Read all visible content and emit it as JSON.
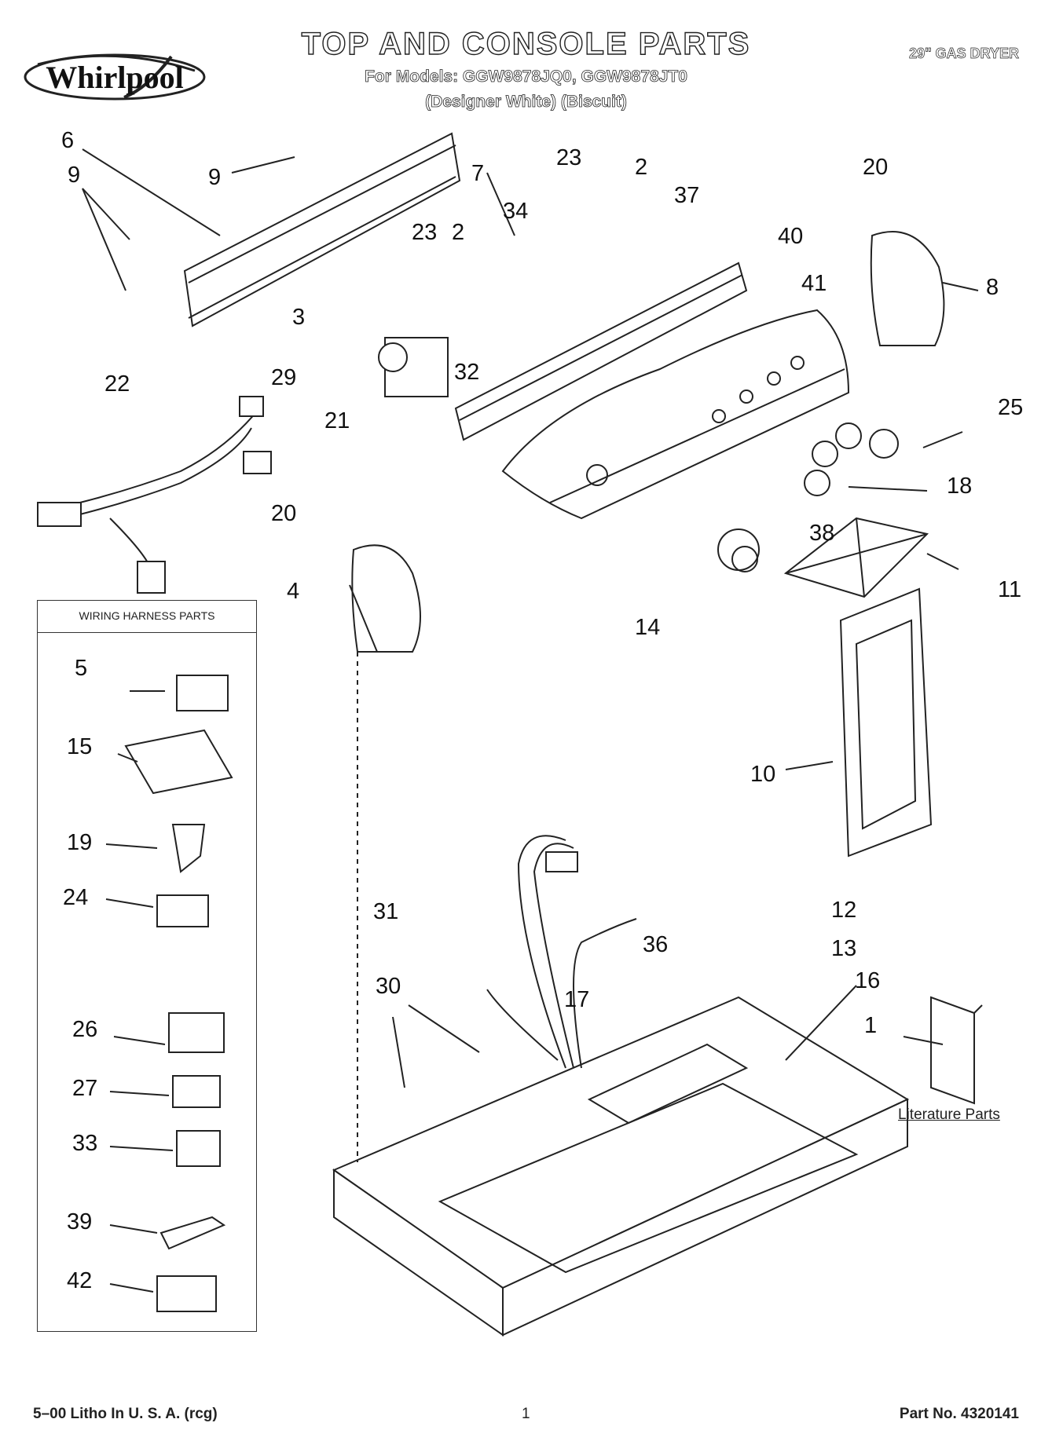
{
  "header": {
    "brand": "Whirlpool",
    "title": "TOP AND CONSOLE PARTS",
    "models_line": "For Models: GGW9878JQ0, GGW9878JT0",
    "colors_line": "(Designer White)    (Biscuit)",
    "product": "29\" GAS DRYER"
  },
  "harness_box": {
    "title": "WIRING HARNESS PARTS"
  },
  "literature_label": "Literature Parts",
  "callouts": [
    "6",
    "9",
    "9",
    "23",
    "2",
    "23",
    "2",
    "7",
    "34",
    "37",
    "20",
    "40",
    "41",
    "8",
    "3",
    "29",
    "32",
    "21",
    "22",
    "25",
    "18",
    "20",
    "38",
    "11",
    "4",
    "14",
    "10",
    "31",
    "12",
    "13",
    "36",
    "16",
    "17",
    "30",
    "1",
    "5",
    "15",
    "19",
    "24",
    "26",
    "27",
    "33",
    "39",
    "42"
  ],
  "footer": {
    "left": "5–00 Litho In U. S. A. (rcg)",
    "center": "1",
    "right": "Part No. 4320141"
  }
}
